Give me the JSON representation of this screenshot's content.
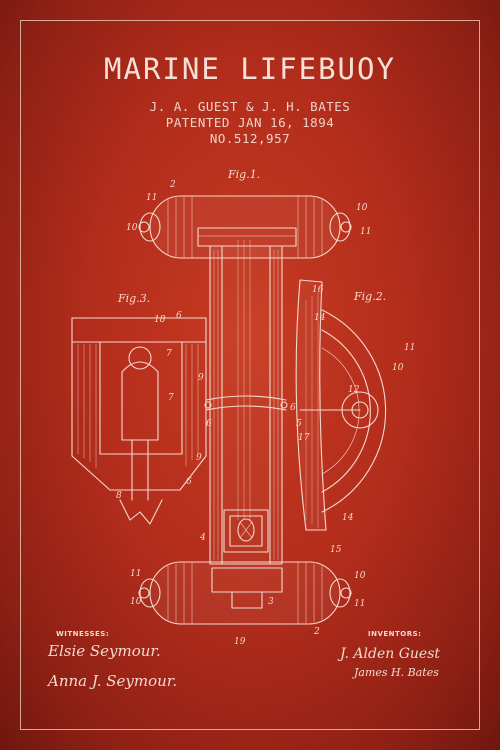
{
  "poster": {
    "title": "MARINE LIFEBUOY",
    "inventors_line": "J. A. GUEST & J. H. BATES",
    "patent_date": "PATENTED JAN 16, 1894",
    "patent_number": "NO.512,957"
  },
  "figures": {
    "fig1": "Fig.1.",
    "fig2": "Fig.2.",
    "fig3": "Fig.3."
  },
  "signatures": {
    "witnesses_label": "WITNESSES:",
    "inventors_label": "INVENTORS:",
    "witness_1": "Elsie Seymour.",
    "witness_2": "Anna J. Seymour.",
    "inventor_1": "J. Alden Guest",
    "inventor_2": "James H. Bates"
  },
  "palette": {
    "background": "#b32d1c",
    "ink": "#f3d9cf"
  }
}
